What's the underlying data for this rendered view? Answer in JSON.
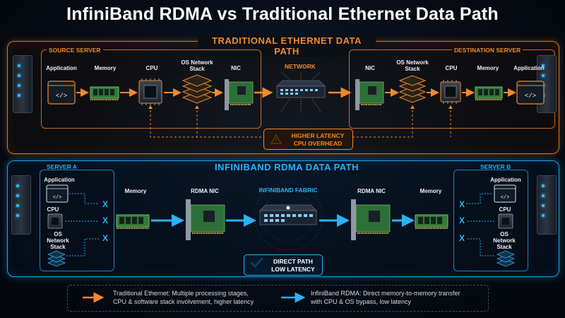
{
  "title": "InfiniBand RDMA vs Traditional Ethernet Data Path",
  "ethernet": {
    "section_title": "TRADITIONAL ETHERNET DATA PATH",
    "source_label": "SOURCE SERVER",
    "destination_label": "DESTINATION SERVER",
    "network_label": "NETWORK",
    "source_components": [
      "Application",
      "Memory",
      "CPU",
      "OS Network Stack",
      "NIC"
    ],
    "destination_components": [
      "NIC",
      "OS Network Stack",
      "CPU",
      "Memory",
      "Application"
    ],
    "callout_line1": "HIGHER LATENCY",
    "callout_line2": "CPU OVERHEAD",
    "color": "#f08a2c"
  },
  "rdma": {
    "section_title": "INFINIBAND RDMA DATA PATH",
    "server_a_label": "SERVER A",
    "server_b_label": "SERVER B",
    "fabric_label": "INFINIBAND FABRIC",
    "bypassed": [
      "Application",
      "CPU",
      "OS Network Stack"
    ],
    "memory_label": "Memory",
    "nic_label": "RDMA NIC",
    "bypass_mark": "X",
    "callout_line1": "DIRECT PATH",
    "callout_line2": "LOW LATENCY",
    "color": "#2ab2f5"
  },
  "legend": {
    "ethernet_text_1": "Traditional Ethernet: Multiple processing stages,",
    "ethernet_text_2": "CPU & software stack involvement, higher latency",
    "rdma_text_1": "InfiniBand RDMA: Direct memory-to-memory transfer",
    "rdma_text_2": "with CPU & OS bypass, low latency"
  },
  "icons": [
    "server-rack-icon",
    "application-window-icon",
    "memory-module-icon",
    "cpu-chip-icon",
    "stack-layers-icon",
    "nic-card-icon",
    "network-switch-icon",
    "warning-icon",
    "checkmark-icon"
  ]
}
